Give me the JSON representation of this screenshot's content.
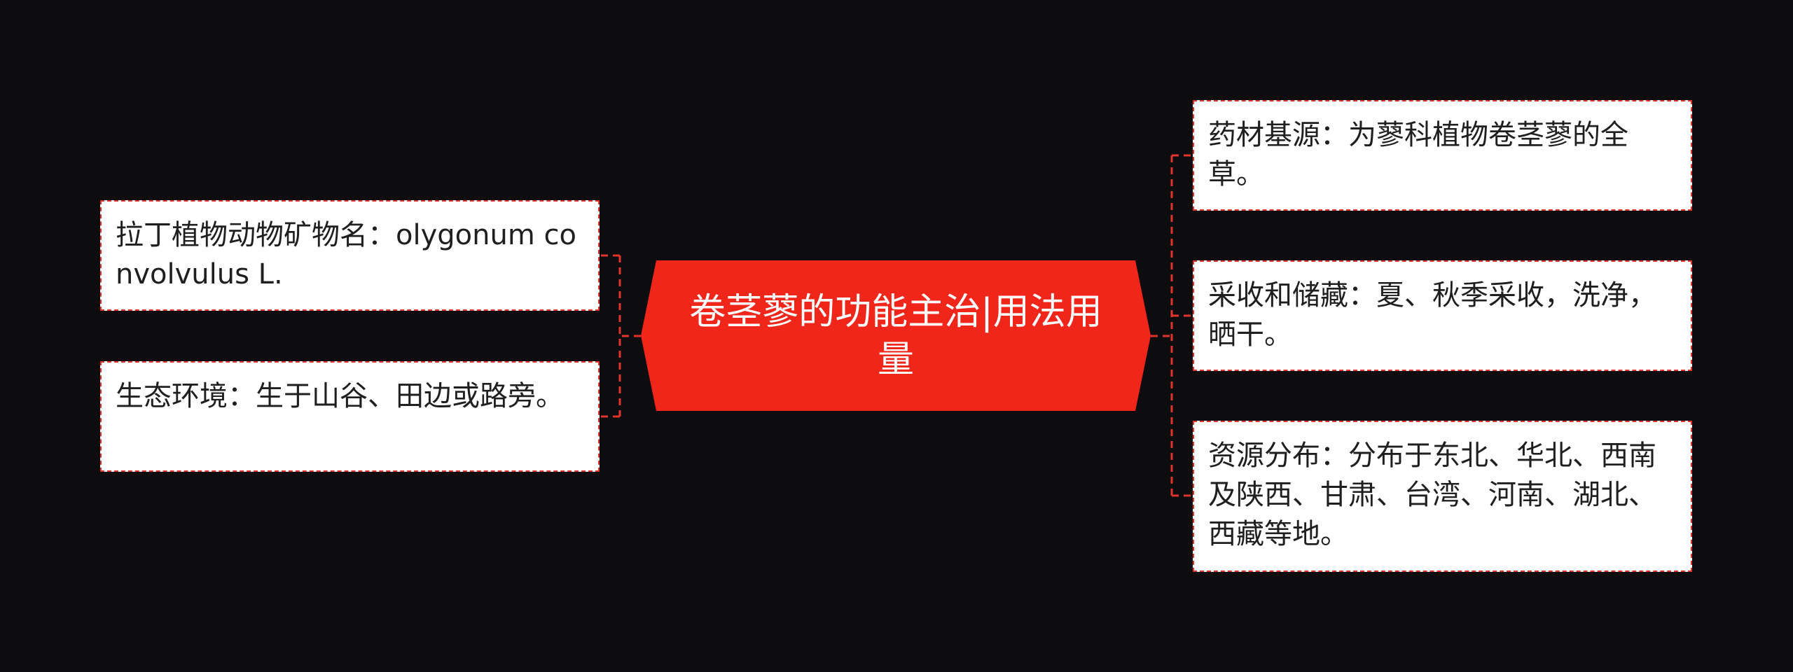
{
  "center": {
    "title": "卷茎蓼的功能主治|用法用量"
  },
  "colors": {
    "background": "#0d0c0e",
    "center_fill": "#f0261b",
    "node_fill": "#ffffff",
    "node_border": "#e0342c",
    "connector": "#e0342c",
    "node_text": "#1f1f1f",
    "center_text": "#ffffff"
  },
  "left_branches": [
    {
      "text": "拉丁植物动物矿物名：olygonum convolvulus L."
    },
    {
      "text": "生态环境：生于山谷、田边或路旁。"
    }
  ],
  "right_branches": [
    {
      "text": "药材基源：为蓼科植物卷茎蓼的全草。"
    },
    {
      "text": "采收和储藏：夏、秋季采收，洗净，晒干。"
    },
    {
      "text": "资源分布：分布于东北、华北、西南及陕西、甘肃、台湾、河南、湖北、西藏等地。"
    }
  ]
}
